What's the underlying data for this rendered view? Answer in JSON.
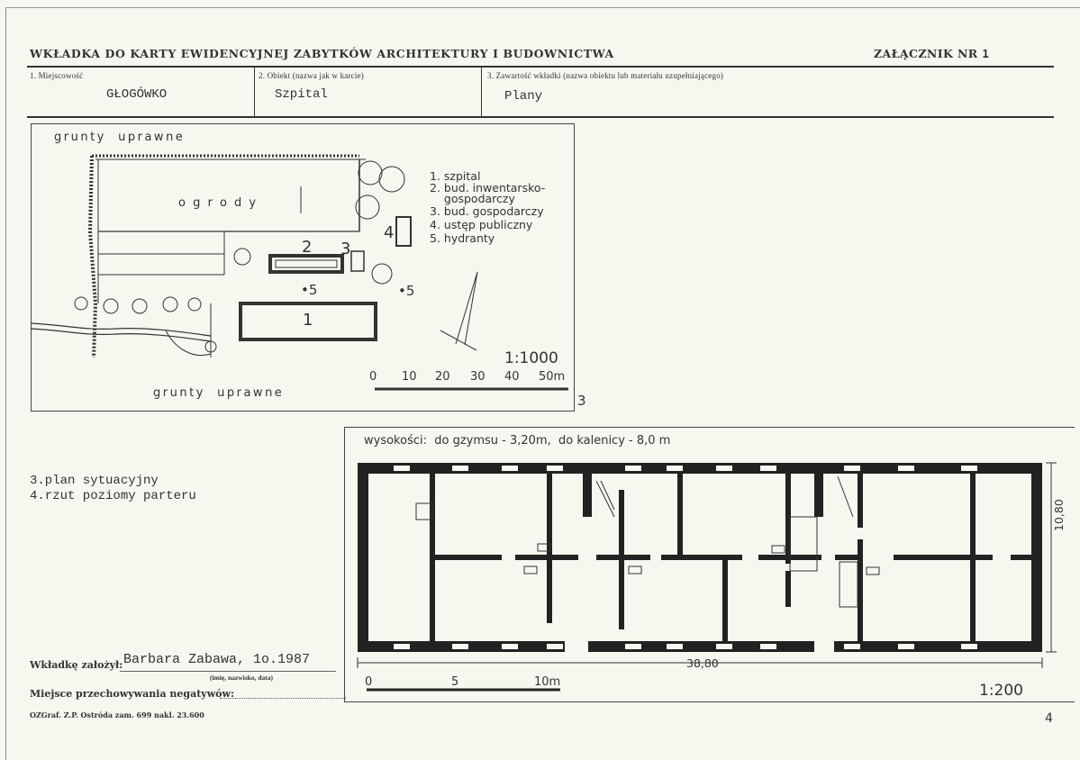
{
  "header": {
    "title": "WKŁADKA DO KARTY EWIDENCYJNEJ ZABYTKÓW ARCHITEKTURY I BUDOWNICTWA",
    "attachment_label": "ZAŁĄCZNIK NR",
    "attachment_number": "1"
  },
  "fields": {
    "locality": {
      "label": "1. Miejscowość",
      "value": "GŁOGÓWKO"
    },
    "object": {
      "label": "2. Obiekt (nazwa jak w karcie)",
      "value": "Szpital"
    },
    "content": {
      "label": "3. Zawartość wkładki (nazwa obiektu lub materiału uzupełniającego)",
      "value": "Plany"
    }
  },
  "site_plan": {
    "top_label": "grunty  uprawne",
    "bottom_label": "grunty  uprawne",
    "gardens_label": "o g r o d y",
    "legend": [
      "1. szpital",
      "2. bud. inwentarsko-",
      "    gospodarczy",
      "3. bud. gospodarczy",
      "4. ustęp publiczny",
      "5. hydranty"
    ],
    "labels": {
      "b1": "1",
      "b2": "2",
      "b3": "3",
      "b4": "4",
      "h1": "•5",
      "h2": "•5"
    },
    "scale": "1:1000",
    "scale_ticks": [
      "0",
      "10",
      "20",
      "30",
      "40",
      "50m"
    ],
    "panel_number": "3"
  },
  "notes": {
    "line1": "3.plan sytuacyjny",
    "line2": "4.rzut poziomy parteru"
  },
  "floor_plan": {
    "heights": "wysokości:  do gzymsu - 3,20m,  do kalenicy - 8,0 m",
    "length_dim": "38,80",
    "width_dim": "10,80",
    "scale": "1:200",
    "scale_ticks": [
      "0",
      "5",
      "10m"
    ]
  },
  "footer": {
    "founded_label": "Wkładkę założył:",
    "founded_value": "Barbara Zabawa, 1o.1987",
    "founded_hint": "(imię, nazwisko, data)",
    "storage_label": "Miejsce przechowywania negatywów:",
    "printer": "OZGraf. Z.P. Ostróda zam. 699 nakl. 23.600",
    "page_number": "4"
  }
}
